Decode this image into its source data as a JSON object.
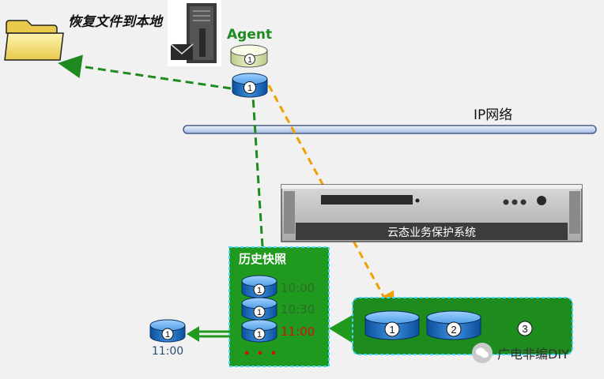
{
  "restore_label": "恢复文件到本地",
  "agent_label": "Agent",
  "network_label": "IP网络",
  "device_label": "云态业务保护系统",
  "snapshot_box": {
    "title": "历史快照",
    "rows": [
      {
        "disk": "1",
        "time": "10:00",
        "color": "#2e6b2e"
      },
      {
        "disk": "1",
        "time": "10:30",
        "color": "#2e6b2e"
      },
      {
        "disk": "1",
        "time": "11:00",
        "color": "#d01010"
      }
    ],
    "more": "• • •"
  },
  "restored_disk": {
    "disk": "1",
    "time": "11:00"
  },
  "agent_disks": {
    "top": "1",
    "bottom": "1"
  },
  "storage_pool": {
    "disks": [
      "1",
      "2"
    ],
    "extra": "3"
  },
  "watermark": "广电非编DIY",
  "colors": {
    "green_dash": "#1f8a1f",
    "orange_dash": "#f0a000",
    "box_green": "#1f9a1f",
    "pool_green": "#1e8b1e",
    "disk_blue": "#1e6fc0",
    "network": "#c8d8f0"
  }
}
